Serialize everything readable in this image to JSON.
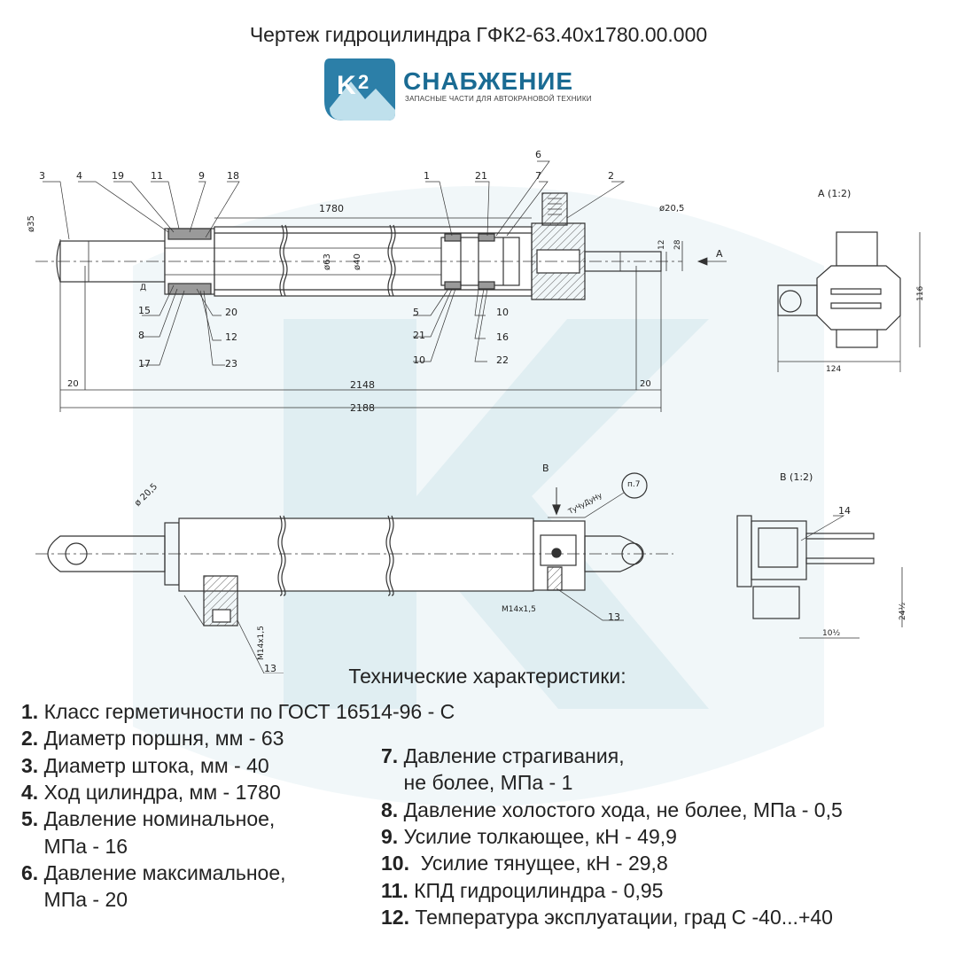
{
  "title": "Чертеж гидроцилиндра ГФК2-63.40х1780.00.000",
  "logo": {
    "mark": "K2",
    "name": "СНАБЖЕНИЕ",
    "tagline": "ЗАПАСНЫЕ ЧАСТИ ДЛЯ АВТОКРАНОВОЙ ТЕХНИКИ",
    "brand_color": "#1a6b93"
  },
  "drawing": {
    "view_a_label": "A (1:2)",
    "view_b_label": "B (1:2)",
    "arrow_a": "A",
    "arrow_b": "B",
    "dims": {
      "stroke": "1780",
      "total_inner": "2148",
      "total": "2188",
      "end_left": "20",
      "end_right": "20",
      "rod_d": "ø35",
      "bore_d": "ø63",
      "rod2_d": "ø40",
      "eye_d": "ø20,5",
      "eye_d_bottom": "ø 20,5",
      "h12": "12",
      "h28": "28",
      "h116": "116",
      "w124": "124",
      "thread1": "M14x1,5",
      "thread2": "M14x1,5",
      "w24": "24½",
      "w10": "10½",
      "callout_p7": "п.7",
      "seal_note": "ТуЧуДуНу",
      "d_label": "Д"
    },
    "callouts": {
      "top": [
        "3",
        "4",
        "19",
        "11",
        "9",
        "18",
        "1",
        "21",
        "6",
        "7",
        "2"
      ],
      "bottom_left": [
        "15",
        "8",
        "17",
        "20",
        "12",
        "23"
      ],
      "bottom_mid": [
        "5",
        "21",
        "10",
        "10",
        "16",
        "22"
      ],
      "view_b": "14",
      "port_a": "13",
      "port_b": "13"
    }
  },
  "specs": {
    "heading": "Технические характеристики:",
    "left": [
      {
        "n": "1.",
        "text": " Класс герметичности по ГОСТ 16514-96 - С"
      },
      {
        "n": "2.",
        "text": " Диаметр поршня, мм - 63"
      },
      {
        "n": "3.",
        "text": " Диаметр штока, мм - 40"
      },
      {
        "n": "4.",
        "text": " Ход цилиндра, мм - 1780"
      },
      {
        "n": "5.",
        "text": " Давление номинальное,"
      },
      {
        "n": "",
        "text": "    МПа - 16"
      },
      {
        "n": "6.",
        "text": " Давление максимальное,"
      },
      {
        "n": "",
        "text": "    МПа - 20"
      }
    ],
    "right": [
      {
        "n": "7.",
        "text": " Давление страгивания,"
      },
      {
        "n": "",
        "text": "    не более, МПа - 1"
      },
      {
        "n": "8.",
        "text": " Давление холостого хода, не более, МПа - 0,5"
      },
      {
        "n": "9.",
        "text": " Усилие толкающее, кН - 49,9"
      },
      {
        "n": "10.",
        "text": "  Усилие тянущее, кН - 29,8"
      },
      {
        "n": "11.",
        "text": " КПД гидроцилиндра - 0,95"
      },
      {
        "n": "12.",
        "text": " Температура эксплуатации, град С -40...+40"
      }
    ]
  }
}
